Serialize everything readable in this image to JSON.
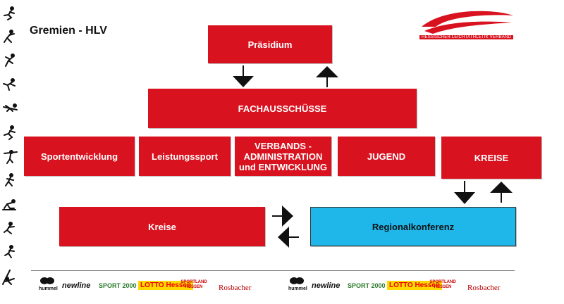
{
  "title": "Gremien - HLV",
  "logo": {
    "text": "HESSISCHER LEICHTATHLETIK VERBAND",
    "color": "#d9121f"
  },
  "boxes": {
    "praesidium": "Präsidium",
    "fachausschuesse": "FACHAUSSCHÜSSE",
    "sportentwicklung": "Sportentwicklung",
    "leistungssport": "Leistungssport",
    "verbands_1": "VERBANDS -",
    "verbands_2": "ADMINISTRATION",
    "verbands_3": "und ENTWICKLUNG",
    "jugend": "JUGEND",
    "kreise_top": "KREISE",
    "kreise": "Kreise",
    "regionalkonferenz": "Regionalkonferenz"
  },
  "colors": {
    "red": "#d9121f",
    "blue": "#1fb6ea"
  },
  "sidebar_icons": [
    "runner-icon",
    "jumper-icon",
    "thrower-icon",
    "hurdler-icon",
    "pole-vault-icon",
    "sprinter-icon",
    "javelin-icon",
    "walker-icon",
    "starter-icon",
    "high-jump-icon",
    "runner-icon",
    "pole-vaulter-icon"
  ],
  "sponsors": [
    "hummel",
    "newline",
    "SPORT 2000",
    "LOTTO Hessen",
    "SPORTLAND HESSEN",
    "Rosbacher"
  ]
}
